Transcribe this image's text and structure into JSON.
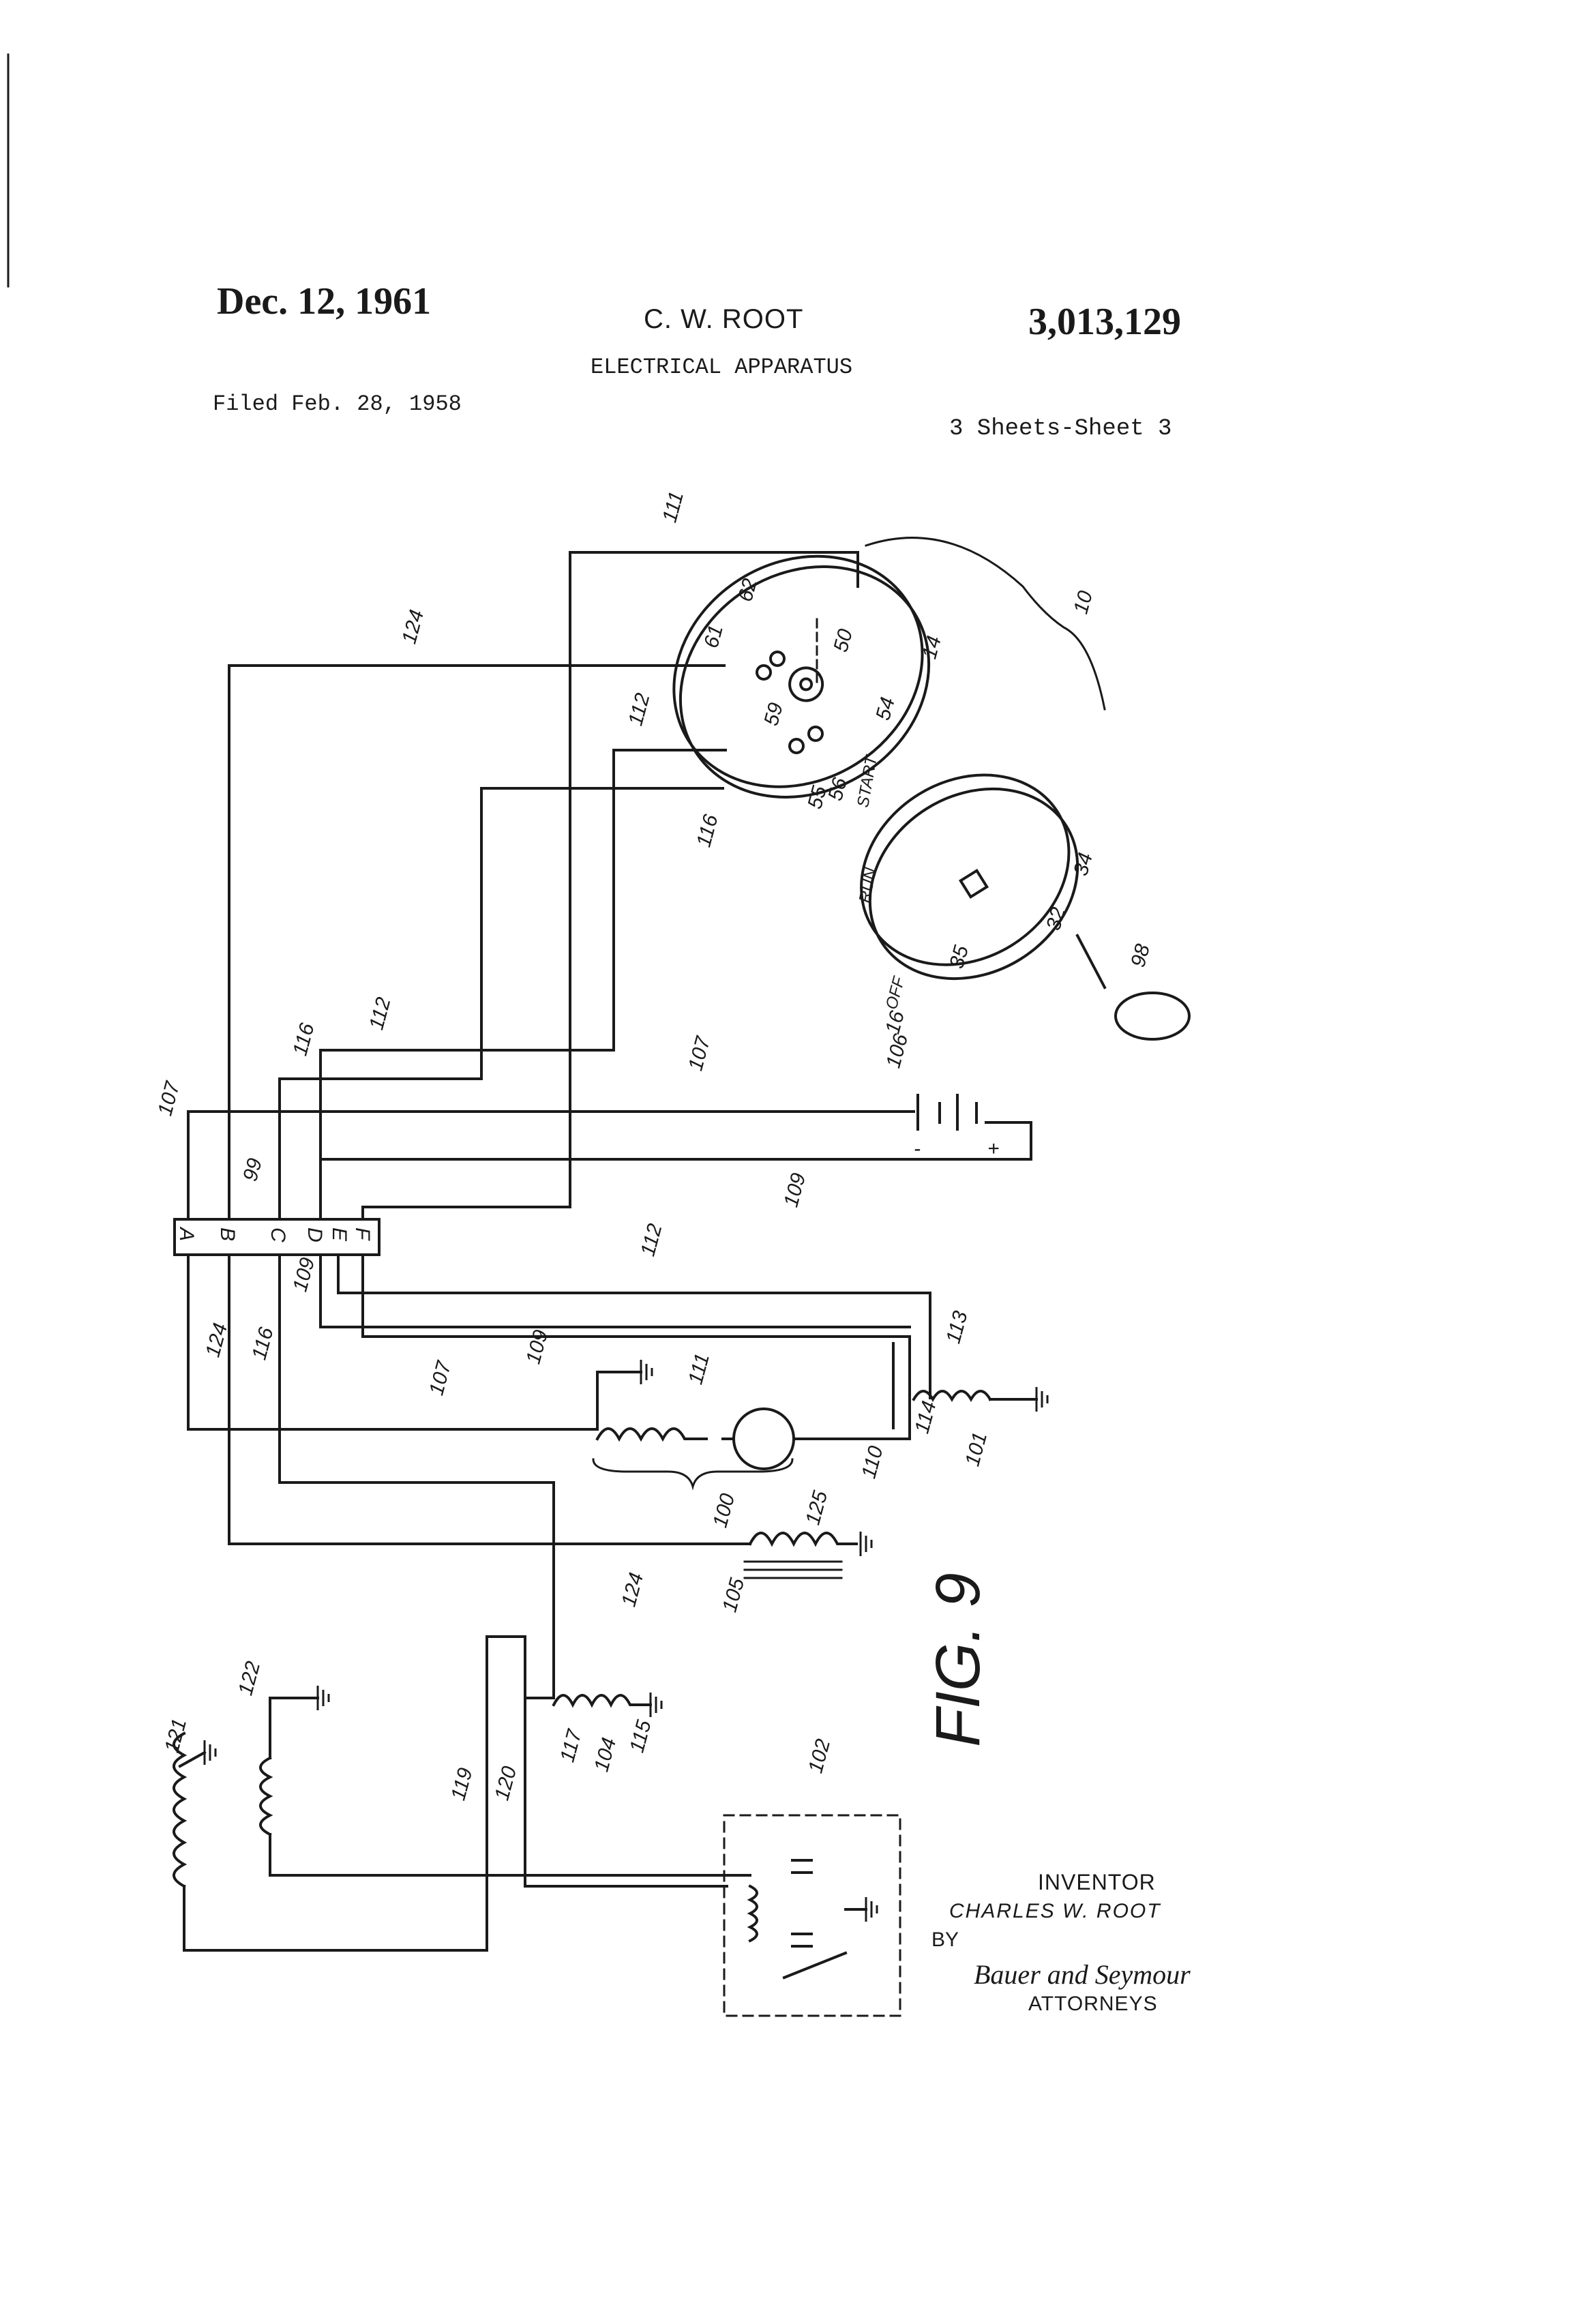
{
  "header": {
    "date": "Dec. 12, 1961",
    "inventor_name": "C. W. ROOT",
    "patent_number": "3,013,129",
    "title": "ELECTRICAL APPARATUS",
    "filed": "Filed Feb. 28, 1958",
    "sheets": "3 Sheets-Sheet 3"
  },
  "figure": {
    "label": "FIG. 9",
    "terminal_letters": [
      "A",
      "B",
      "C",
      "D",
      "E",
      "F"
    ],
    "switch_positions": [
      "OFF",
      "RUN",
      "START"
    ],
    "reference_numerals": {
      "n10": "10",
      "n14": "14",
      "n16": "16",
      "n32": "32",
      "n34": "34",
      "n35": "35",
      "n50": "50",
      "n54": "54",
      "n55": "55",
      "n56": "56",
      "n59": "59",
      "n61": "61",
      "n62": "62",
      "n98": "98",
      "n99": "99",
      "n100": "100",
      "n101": "101",
      "n102": "102",
      "n104": "104",
      "n105": "105",
      "n106": "106",
      "n107": "107",
      "n109": "109",
      "n110": "110",
      "n111": "111",
      "n112": "112",
      "n113": "113",
      "n114": "114",
      "n115": "115",
      "n116": "116",
      "n117": "117",
      "n119": "119",
      "n120": "120",
      "n121": "121",
      "n122": "122",
      "n124": "124",
      "n125": "125"
    },
    "battery_polarity": {
      "negative": "-",
      "positive": "+"
    }
  },
  "signature": {
    "inventor_label": "INVENTOR",
    "inventor_name": "CHARLES W. ROOT",
    "by": "BY",
    "attorney_signature": "Bauer and Seymour",
    "attorneys_label": "ATTORNEYS"
  }
}
